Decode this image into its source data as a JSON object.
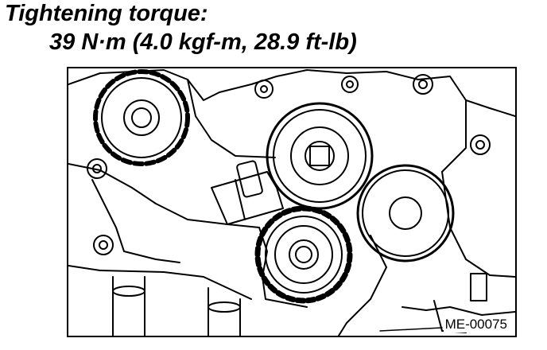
{
  "heading": {
    "label": "Tightening torque:",
    "value": "39 N·m (4.0 kgf-m, 28.9 ft-lb)"
  },
  "figure": {
    "id": "ME-00075",
    "line_color": "#000000",
    "background_color": "#ffffff"
  }
}
